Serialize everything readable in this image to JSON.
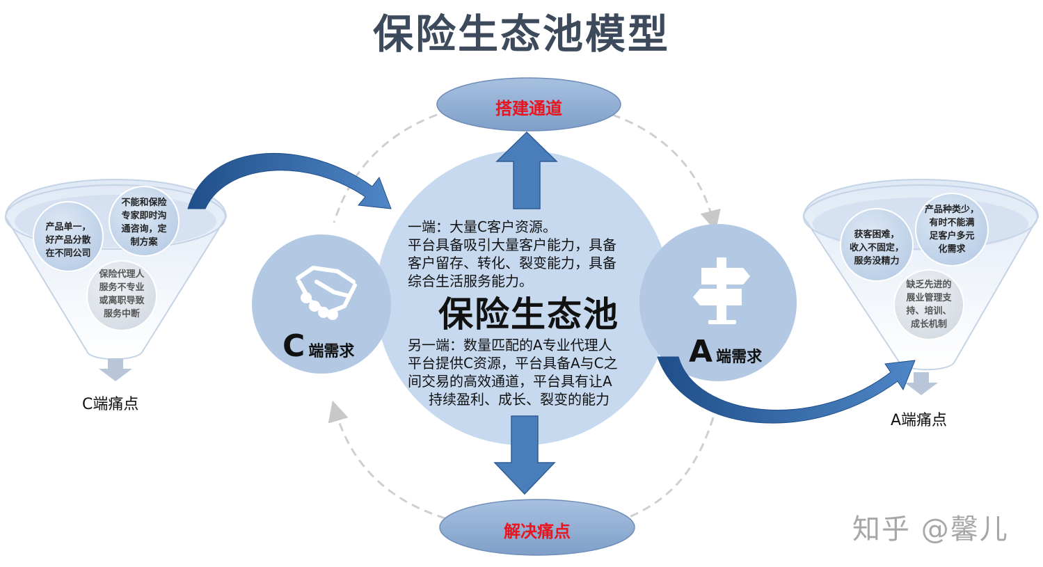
{
  "title": "保险生态池模型",
  "top_oval": {
    "label": "搭建通道"
  },
  "bottom_oval": {
    "label": "解决痛点"
  },
  "center": {
    "title": "保险生态池",
    "upper_lines": [
      "一端：大量C客户资源。",
      "平台具备吸引大量客户能力，具备",
      "客户留存、转化、裂变能力，具备",
      "综合生活服务能力。"
    ],
    "lower_lines": [
      "另一端：数量匹配的A专业代理人",
      "平台提供C资源，平台具备A与C之",
      "间交易的高效通道，平台具有让A",
      "持续盈利、成长、裂变的能力"
    ]
  },
  "c_side": {
    "letter": "C",
    "label": "端需求",
    "pain_label": "C端痛点",
    "bubbles": [
      {
        "lines": [
          "产品单一，",
          "好产品分散",
          "在不同公司"
        ]
      },
      {
        "lines": [
          "不能和保险",
          "专家即时沟",
          "通咨询，定",
          "制方案"
        ]
      },
      {
        "lines": [
          "保险代理人",
          "服务不专业",
          "或离职导致",
          "服务中断"
        ]
      }
    ]
  },
  "a_side": {
    "letter": "A",
    "label": "端需求",
    "pain_label": "A端痛点",
    "bubbles": [
      {
        "lines": [
          "获客困难，",
          "收入不固定，",
          "服务没精力"
        ]
      },
      {
        "lines": [
          "产品种类少，",
          "有时不能满",
          "足客户多元",
          "化需求"
        ]
      },
      {
        "lines": [
          "缺乏先进的",
          "展业管理支",
          "持、培训、",
          "成长机制"
        ]
      }
    ]
  },
  "watermark": "知乎 @馨儿",
  "colors": {
    "title": "#3d4a5c",
    "oval_fill": "#8eadd3",
    "oval_text": "#e8141e",
    "center_fill": "#c5d8ef",
    "side_circle_fill": "#b3c9e3",
    "arrow_fill": "#4a7ebb",
    "arrow_stroke": "#2e5d94"
  }
}
